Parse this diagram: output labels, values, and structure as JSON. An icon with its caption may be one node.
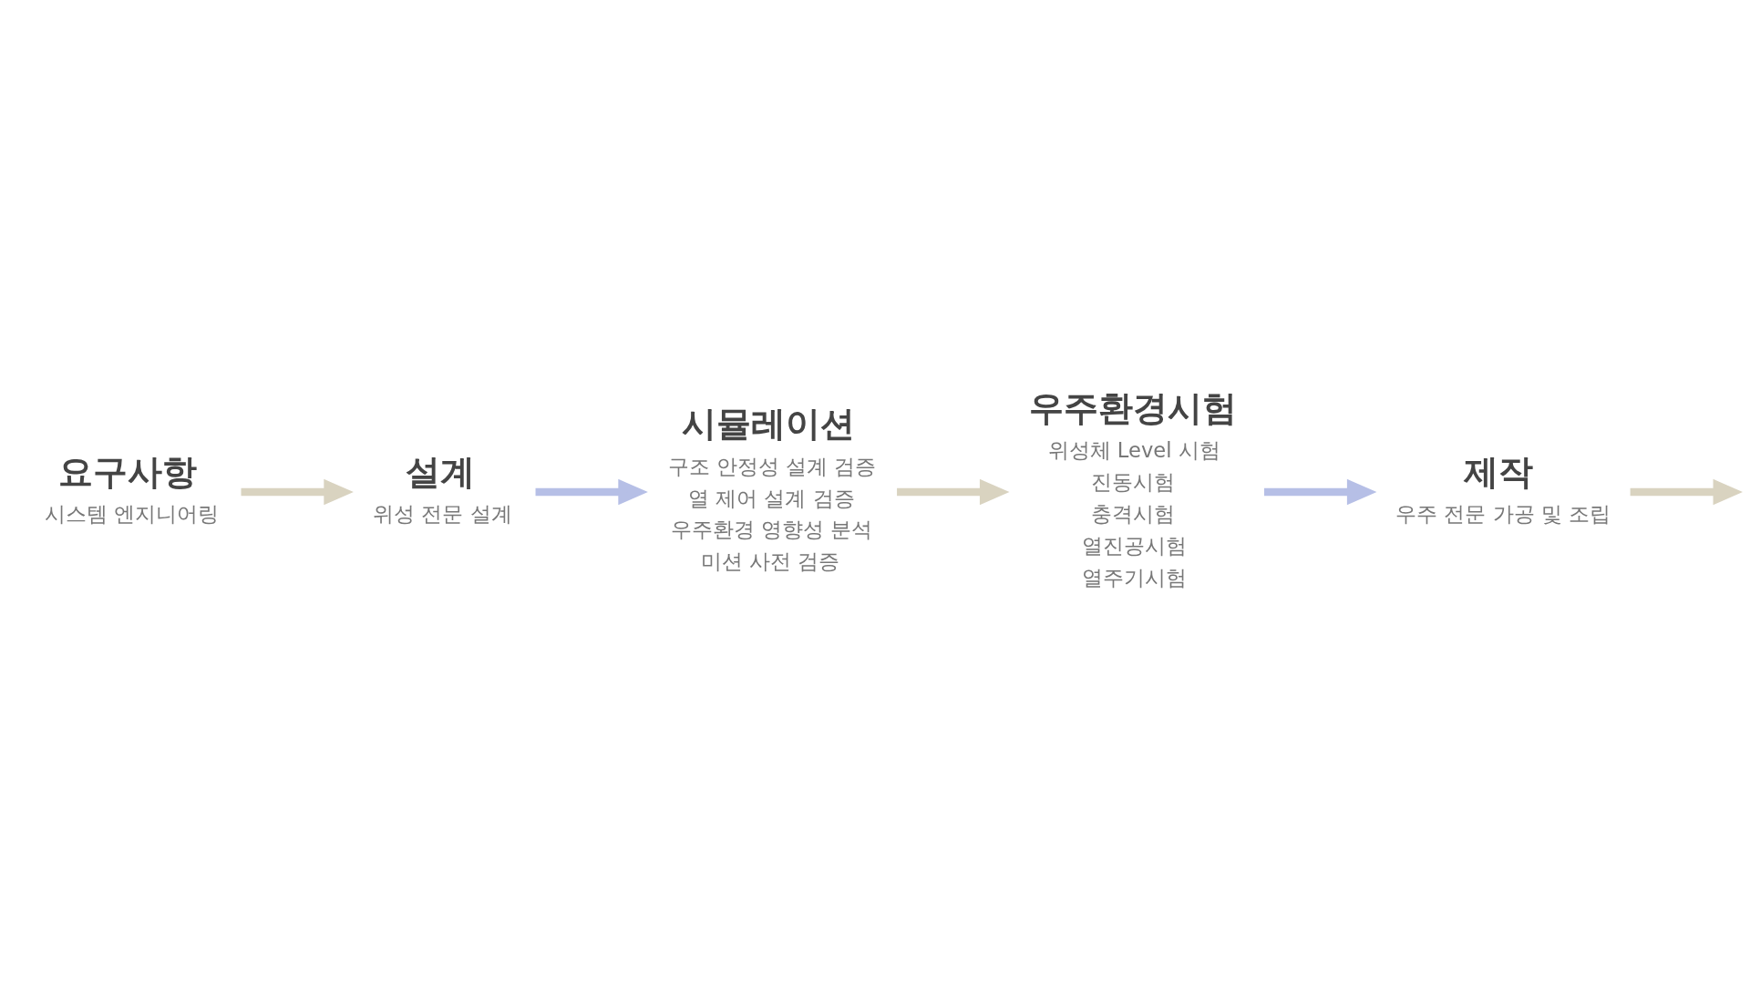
{
  "diagram": {
    "nodes": [
      {
        "text": [
          "요구사항",
          "시스템 엔지니어링"
        ]
      },
      {
        "text": [
          "설계",
          "위성 전문 설계"
        ]
      },
      {
        "text": [
          "시뮬레이션",
          "구조 안정성 설계 검증",
          "열 제어 설계 검증",
          "우주환경 영향성 분석",
          "미션 사전 검증"
        ]
      },
      {
        "text": [
          "우주환경시험",
          "위성체 Level 시험",
          "진동시험",
          "충격시험",
          "열진공시험",
          "열주기시험"
        ]
      },
      {
        "text": [
          "제작",
          "우주 전문 가공 및 조립"
        ]
      }
    ],
    "edges": [
      {
        "from": 0,
        "to": 1,
        "arrow": "to",
        "color": "#d9d3c0"
      },
      {
        "from": 1,
        "to": 2,
        "arrow": "to",
        "color": "#b6bfe6"
      },
      {
        "from": 2,
        "to": 3,
        "arrow": "to",
        "color": "#d9d3c0"
      },
      {
        "from": 3,
        "to": 4,
        "arrow": "to",
        "color": "#b6bfe6"
      },
      {
        "from": 4,
        "to": null,
        "arrow": "to",
        "color": "#d9d3c0"
      }
    ]
  }
}
